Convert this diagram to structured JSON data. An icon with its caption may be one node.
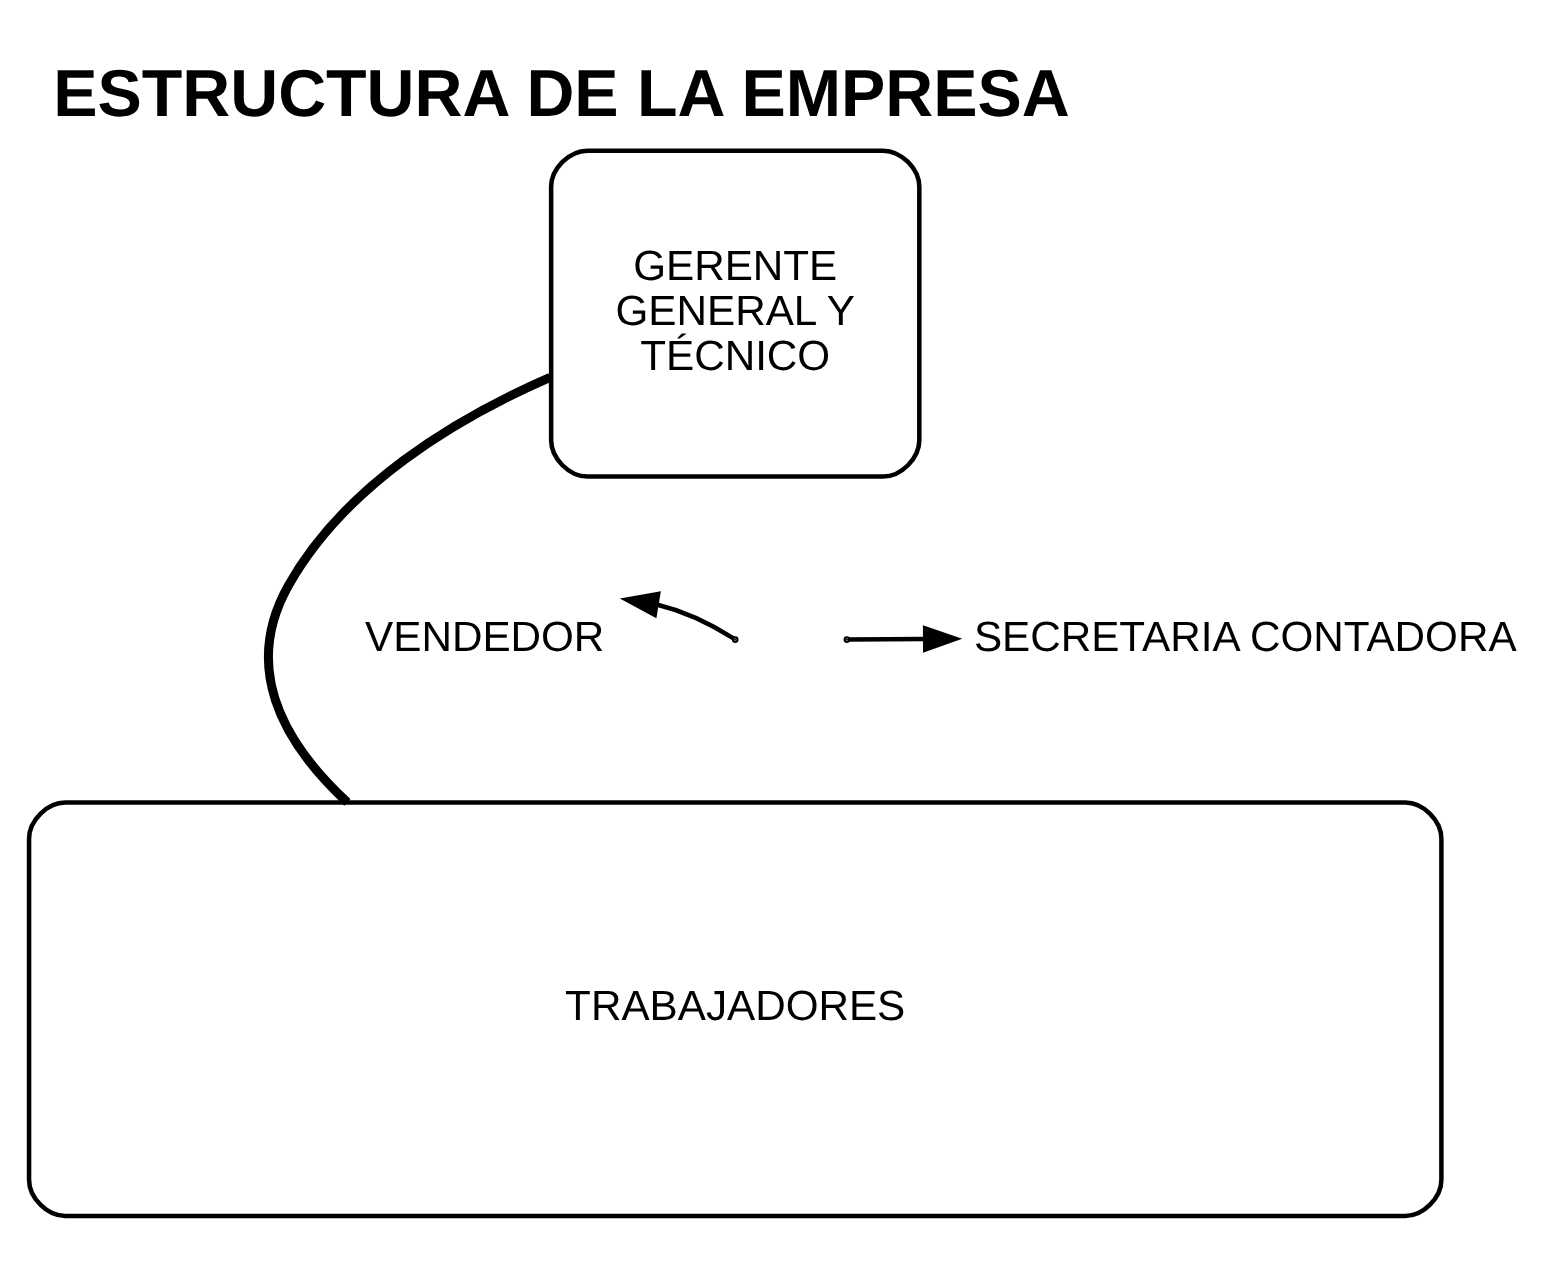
{
  "diagram": {
    "title": "ESTRUCTURA DE LA EMPRESA",
    "nodes": [
      {
        "text": [
          "GERENTE GENERAL Y TÉCNICO"
        ]
      },
      {
        "text": [
          "VENDEDOR"
        ]
      },
      {
        "text": [
          "SECRETARIA CONTADORA"
        ]
      },
      {
        "text": [
          "TRABAJADORES"
        ]
      }
    ],
    "edges": [
      {
        "from": 0,
        "to": 3,
        "arrow": "none",
        "style": "thick"
      },
      {
        "from": null,
        "to": 1,
        "arrow": "to"
      },
      {
        "from": null,
        "to": 2,
        "arrow": "to"
      }
    ]
  }
}
